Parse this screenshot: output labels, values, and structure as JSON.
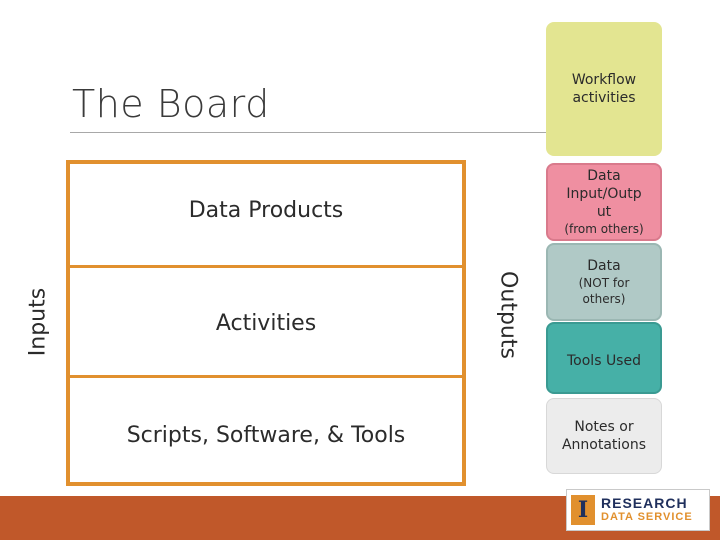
{
  "slide": {
    "title": "The Board",
    "board": {
      "top_band": "Data Products",
      "middle_band": "Activities",
      "bottom_band": "Scripts, Software, & Tools",
      "left_label": "Inputs",
      "right_label": "Outputs"
    },
    "tiles": {
      "workflow": "Workflow activities",
      "data_in_out": "Data Input/Outp ut",
      "data_in_out_note": "(from others)",
      "data": "Data",
      "data_note": "(NOT for others)",
      "tools": "Tools Used",
      "notes": "Notes or Annotations"
    },
    "logo": {
      "mark": "I",
      "line1": "RESEARCH",
      "line2": "DATA SERVICE"
    }
  },
  "colors": {
    "board_border": "#e1902e",
    "workflow": "#e3e591",
    "data_in_out": "#ef8fa1",
    "data": "#b0c9c6",
    "tools": "#46b0a7",
    "notes": "#ececec",
    "footer": "#c0582a"
  }
}
